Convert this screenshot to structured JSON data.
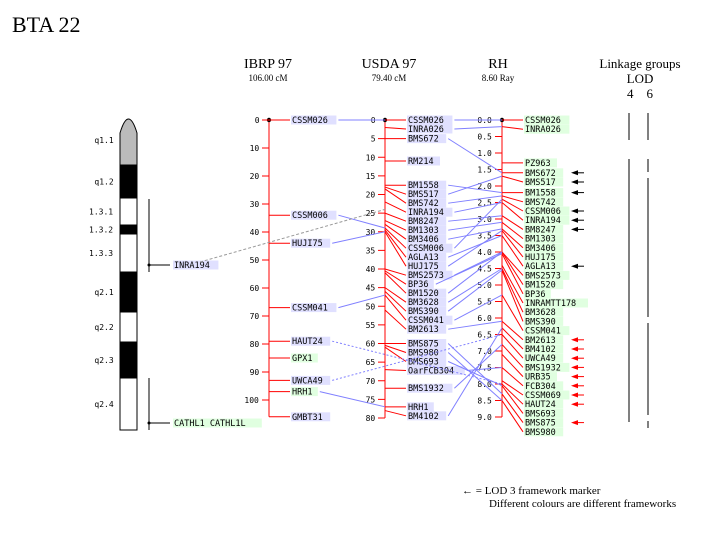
{
  "title": "BTA 22",
  "columns": {
    "ibrp": {
      "name": "IBRP 97",
      "length": "106.00 cM"
    },
    "usda": {
      "name": "USDA 97",
      "length": "79.40 cM"
    },
    "rh": {
      "name": "RH",
      "length": "8.60 Ray"
    }
  },
  "linkage": {
    "title": "Linkage groups",
    "lod": "LOD",
    "lod4": "4",
    "lod6": "6"
  },
  "legend": {
    "arrow_text": "= LOD 3 framework marker",
    "note": "Different colours are different frameworks"
  },
  "colors": {
    "axis": "#ff0000",
    "link": "#8080ff",
    "lav": "#e0e0ff",
    "green": "#e0ffe0",
    "black_arrow": "#000000",
    "red_arrow": "#ff0000"
  },
  "chromosome": {
    "bands": [
      {
        "name": "q1.1",
        "fill": "gray"
      },
      {
        "name": "q1.2",
        "fill": "black"
      },
      {
        "name": "1.3.1",
        "fill": "white"
      },
      {
        "name": "1.3.2",
        "fill": "black"
      },
      {
        "name": "1.3.3",
        "fill": "white"
      },
      {
        "name": "q2.1",
        "fill": "black"
      },
      {
        "name": "q2.2",
        "fill": "white"
      },
      {
        "name": "q2.3",
        "fill": "black"
      },
      {
        "name": "q2.4",
        "fill": "white"
      }
    ],
    "loci": [
      {
        "label": "INRA194",
        "color": "lav"
      },
      {
        "label": "CATHL1 CATHL1L",
        "color": "green"
      }
    ]
  },
  "ibrp_markers": [
    {
      "name": "CSSM026",
      "pos": 0,
      "color": "lav"
    },
    {
      "name": "CSSM006",
      "pos": 34,
      "color": "lav"
    },
    {
      "name": "HUJI75",
      "pos": 44,
      "color": "lav"
    },
    {
      "name": "CSSM041",
      "pos": 67,
      "color": "lav"
    },
    {
      "name": "HAUT24",
      "pos": 79,
      "color": "lav"
    },
    {
      "name": "GPX1",
      "pos": 85,
      "color": "green"
    },
    {
      "name": "UWCA49",
      "pos": 93,
      "color": "lav"
    },
    {
      "name": "HRH1",
      "pos": 97,
      "color": "green"
    },
    {
      "name": "GMBT31",
      "pos": 106,
      "color": "lav"
    }
  ],
  "usda_markers": [
    {
      "name": "CSSM026",
      "pos": 0
    },
    {
      "name": "INRA026",
      "pos": 2
    },
    {
      "name": "BMS672",
      "pos": 5
    },
    {
      "name": "RM214",
      "pos": 11
    },
    {
      "name": "BM1558",
      "pos": 17.5
    },
    {
      "name": "BMS517",
      "pos": 18
    },
    {
      "name": "BMS742",
      "pos": 18.5
    },
    {
      "name": "INRA194",
      "pos": 22
    },
    {
      "name": "BM8247",
      "pos": 25
    },
    {
      "name": "BM1303",
      "pos": 27
    },
    {
      "name": "BM3406",
      "pos": 28
    },
    {
      "name": "CSSM006",
      "pos": 29
    },
    {
      "name": "AGLA13",
      "pos": 29.5
    },
    {
      "name": "HUJ175",
      "pos": 30
    },
    {
      "name": "BMS2573",
      "pos": 40
    },
    {
      "name": "BP36",
      "pos": 40.5
    },
    {
      "name": "BM1520",
      "pos": 41
    },
    {
      "name": "BM3628",
      "pos": 45
    },
    {
      "name": "BMS390",
      "pos": 46
    },
    {
      "name": "CSSM041",
      "pos": 47
    },
    {
      "name": "BM2613",
      "pos": 51
    },
    {
      "name": "BMS875",
      "pos": 60
    },
    {
      "name": "BMS980",
      "pos": 60.5
    },
    {
      "name": "BMS693",
      "pos": 61
    },
    {
      "name": "OarFCB304",
      "pos": 67
    },
    {
      "name": "BMS1932",
      "pos": 72
    },
    {
      "name": "HRH1",
      "pos": 77
    },
    {
      "name": "BM4102",
      "pos": 78
    }
  ],
  "rh_markers": [
    {
      "name": "CSSM026",
      "pos": 0.0
    },
    {
      "name": "INRA026",
      "pos": 0.2
    },
    {
      "name": "PZ963",
      "pos": 1.3
    },
    {
      "name": "BMS672",
      "pos": 1.6,
      "arrow": "black"
    },
    {
      "name": "BMS517",
      "pos": 1.7,
      "arrow": "black"
    },
    {
      "name": "BM1558",
      "pos": 2.2,
      "arrow": "black"
    },
    {
      "name": "BMS742",
      "pos": 2.3
    },
    {
      "name": "CSSM006",
      "pos": 2.4,
      "arrow": "black"
    },
    {
      "name": "INRA194",
      "pos": 2.5,
      "arrow": "black"
    },
    {
      "name": "BM8247",
      "pos": 2.9,
      "arrow": "black"
    },
    {
      "name": "BM1303",
      "pos": 3.1
    },
    {
      "name": "BM3406",
      "pos": 3.3
    },
    {
      "name": "HUJ175",
      "pos": 3.35
    },
    {
      "name": "AGLA13",
      "pos": 3.5,
      "arrow": "black"
    },
    {
      "name": "BMS2573",
      "pos": 4.0
    },
    {
      "name": "BM1520",
      "pos": 4.0
    },
    {
      "name": "BP36",
      "pos": 4.05
    },
    {
      "name": "INRAMTT178",
      "pos": 4.4
    },
    {
      "name": "BM3628",
      "pos": 4.5
    },
    {
      "name": "BMS390",
      "pos": 4.55
    },
    {
      "name": "CSSM041",
      "pos": 5.3
    },
    {
      "name": "BM2613",
      "pos": 6.1,
      "arrow": "red"
    },
    {
      "name": "BM4102",
      "pos": 6.3,
      "arrow": "red"
    },
    {
      "name": "UWCA49",
      "pos": 6.5,
      "arrow": "red"
    },
    {
      "name": "BMS1932",
      "pos": 6.8,
      "arrow": "red"
    },
    {
      "name": "URB35",
      "pos": 7.1,
      "arrow": "red"
    },
    {
      "name": "FCB304",
      "pos": 7.5,
      "arrow": "red"
    },
    {
      "name": "CSSM069",
      "pos": 7.9,
      "arrow": "red"
    },
    {
      "name": "HAUT24",
      "pos": 8.0,
      "arrow": "red"
    },
    {
      "name": "BMS693",
      "pos": 8.05
    },
    {
      "name": "BMS875",
      "pos": 8.3,
      "arrow": "red"
    },
    {
      "name": "BMS980",
      "pos": 8.5
    }
  ]
}
